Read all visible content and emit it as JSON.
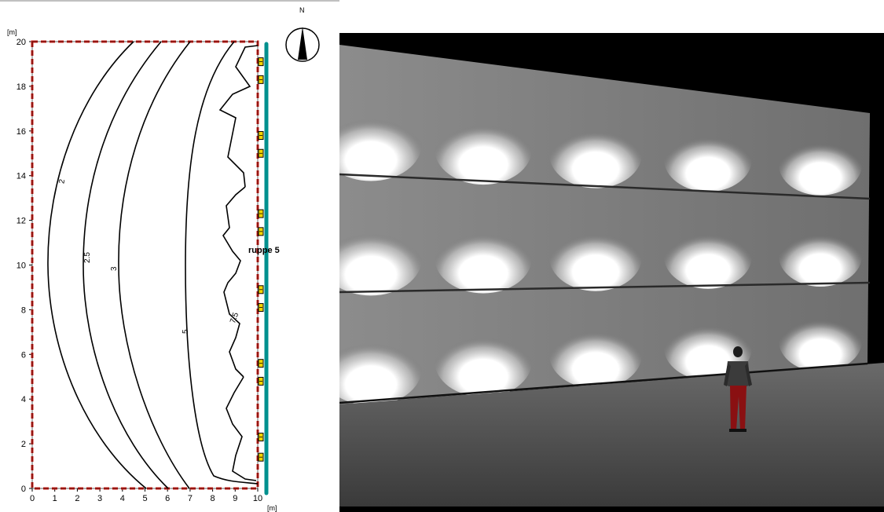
{
  "plan": {
    "unit_y": "[m]",
    "unit_x": "[m]",
    "y_ticks": [
      "0",
      "2",
      "4",
      "6",
      "8",
      "10",
      "12",
      "14",
      "16",
      "18",
      "20"
    ],
    "x_ticks": [
      "0",
      "1",
      "2",
      "3",
      "4",
      "5",
      "6",
      "7",
      "8",
      "9",
      "10"
    ],
    "x_range": [
      0,
      10
    ],
    "y_range": [
      0,
      20
    ],
    "north_label": "N",
    "luminaire_label": "ruppe 5",
    "contour_labels": [
      "2",
      "2.5",
      "3",
      "5",
      "7.5"
    ],
    "luminaires_y": [
      19.1,
      18.3,
      15.8,
      15.0,
      12.3,
      11.5,
      8.9,
      8.1,
      5.6,
      4.8,
      2.3,
      1.4
    ],
    "colors": {
      "boundary_red": "#d2201a",
      "wall_teal": "#00908e",
      "contour": "#000000",
      "luminaire_fill": "#f3d400"
    }
  },
  "render": {
    "description_free": true,
    "rows": 3,
    "columns": 5,
    "colors": {
      "background": "#000000",
      "wall": "#7a7a7a",
      "floor": "#4a4a4a",
      "shirt": "#3b3b3b",
      "trousers": "#8a1012"
    }
  }
}
